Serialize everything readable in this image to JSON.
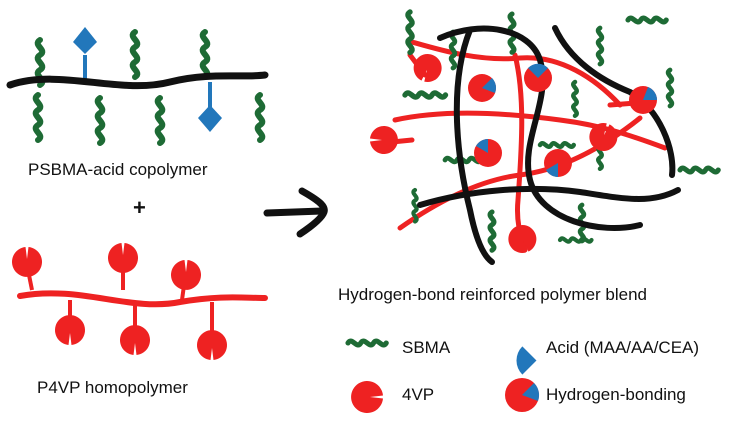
{
  "labels": {
    "copolymer": "PSBMA-acid copolymer",
    "plus": "+",
    "homopolymer": "P4VP homopolymer",
    "blend": "Hydrogen-bond reinforced polymer blend"
  },
  "legend": {
    "sbma": "SBMA",
    "acid": "Acid (MAA/AA/CEA)",
    "vp": "4VP",
    "hbond": "Hydrogen-bonding"
  },
  "colors": {
    "backbone": "#111111",
    "sbma": "#1e6b35",
    "acid": "#2277bb",
    "vp": "#ee2222"
  }
}
